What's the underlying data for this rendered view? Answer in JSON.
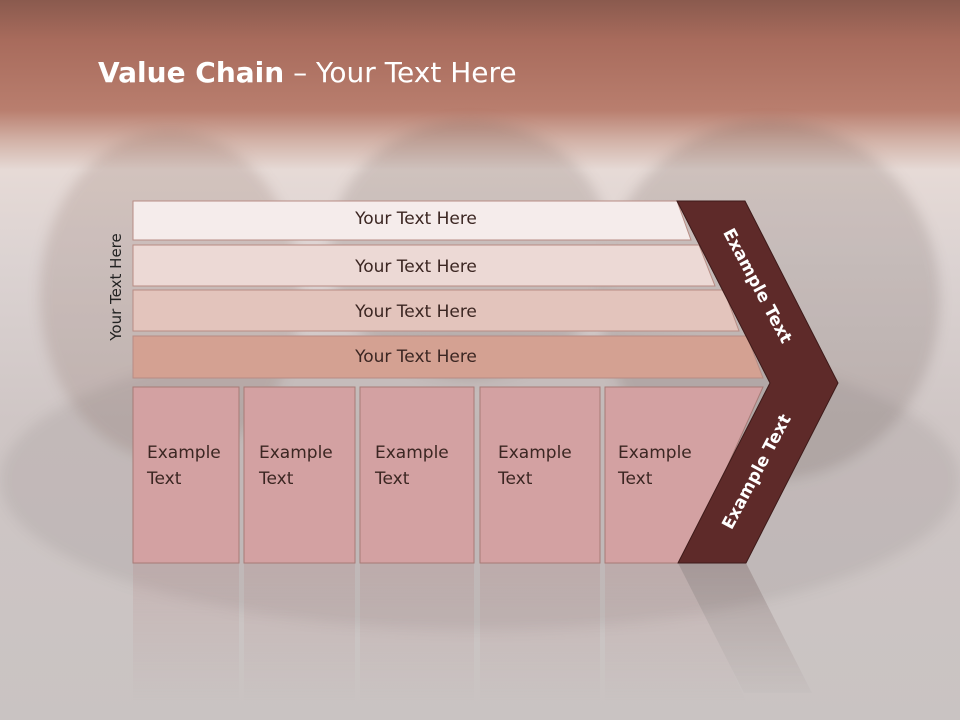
{
  "slide": {
    "title_bold": "Value Chain",
    "title_rest": " – Your Text Here",
    "vertical_label": "Your Text Here",
    "rows": [
      {
        "label": "Your Text Here"
      },
      {
        "label": "Your Text Here"
      },
      {
        "label": "Your Text Here"
      },
      {
        "label": "Your Text Here"
      }
    ],
    "boxes": [
      {
        "line1": "Example",
        "line2": "Text"
      },
      {
        "line1": "Example",
        "line2": "Text"
      },
      {
        "line1": "Example",
        "line2": "Text"
      },
      {
        "line1": "Example",
        "line2": "Text"
      },
      {
        "line1": "Example",
        "line2": "Text"
      }
    ],
    "chevron_upper": "Example Text",
    "chevron_lower": "Example Text"
  },
  "colors": {
    "row_fills": [
      "#f5eceb",
      "#ecd9d5",
      "#e3c4bc",
      "#d4a192"
    ],
    "box_fill": "#d3a1a2",
    "chevron": "#5e2a29"
  }
}
